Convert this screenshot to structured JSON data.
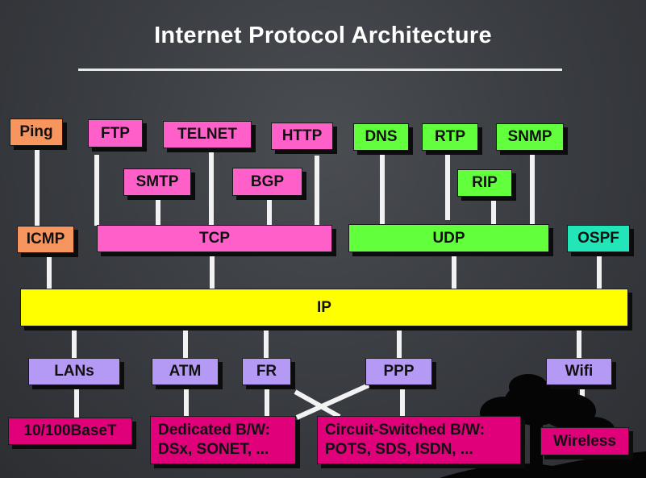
{
  "title": "Internet Protocol Architecture",
  "colors": {
    "application_other": "#f7955f",
    "tcp_family": "#ff5fc8",
    "udp_family": "#62ff3c",
    "ospf": "#22e6b8",
    "ip": "#ffff00",
    "link_layer": "#b59af5",
    "physical_layer": "#e0007a"
  },
  "nodes": {
    "ping": "Ping",
    "ftp": "FTP",
    "telnet": "TELNET",
    "http": "HTTP",
    "smtp": "SMTP",
    "bgp": "BGP",
    "dns": "DNS",
    "rtp": "RTP",
    "snmp": "SNMP",
    "rip": "RIP",
    "icmp": "ICMP",
    "tcp": "TCP",
    "udp": "UDP",
    "ospf": "OSPF",
    "ip": "IP",
    "lans": "LANs",
    "atm": "ATM",
    "fr": "FR",
    "ppp": "PPP",
    "wifi": "Wifi",
    "base_t": "10/100BaseT",
    "dedicated_line1": "Dedicated B/W:",
    "dedicated_line2": "DSx, SONET, ...",
    "circuit_line1": "Circuit-Switched B/W:",
    "circuit_line2": "POTS, SDS, ISDN, ...",
    "wireless": "Wireless"
  }
}
